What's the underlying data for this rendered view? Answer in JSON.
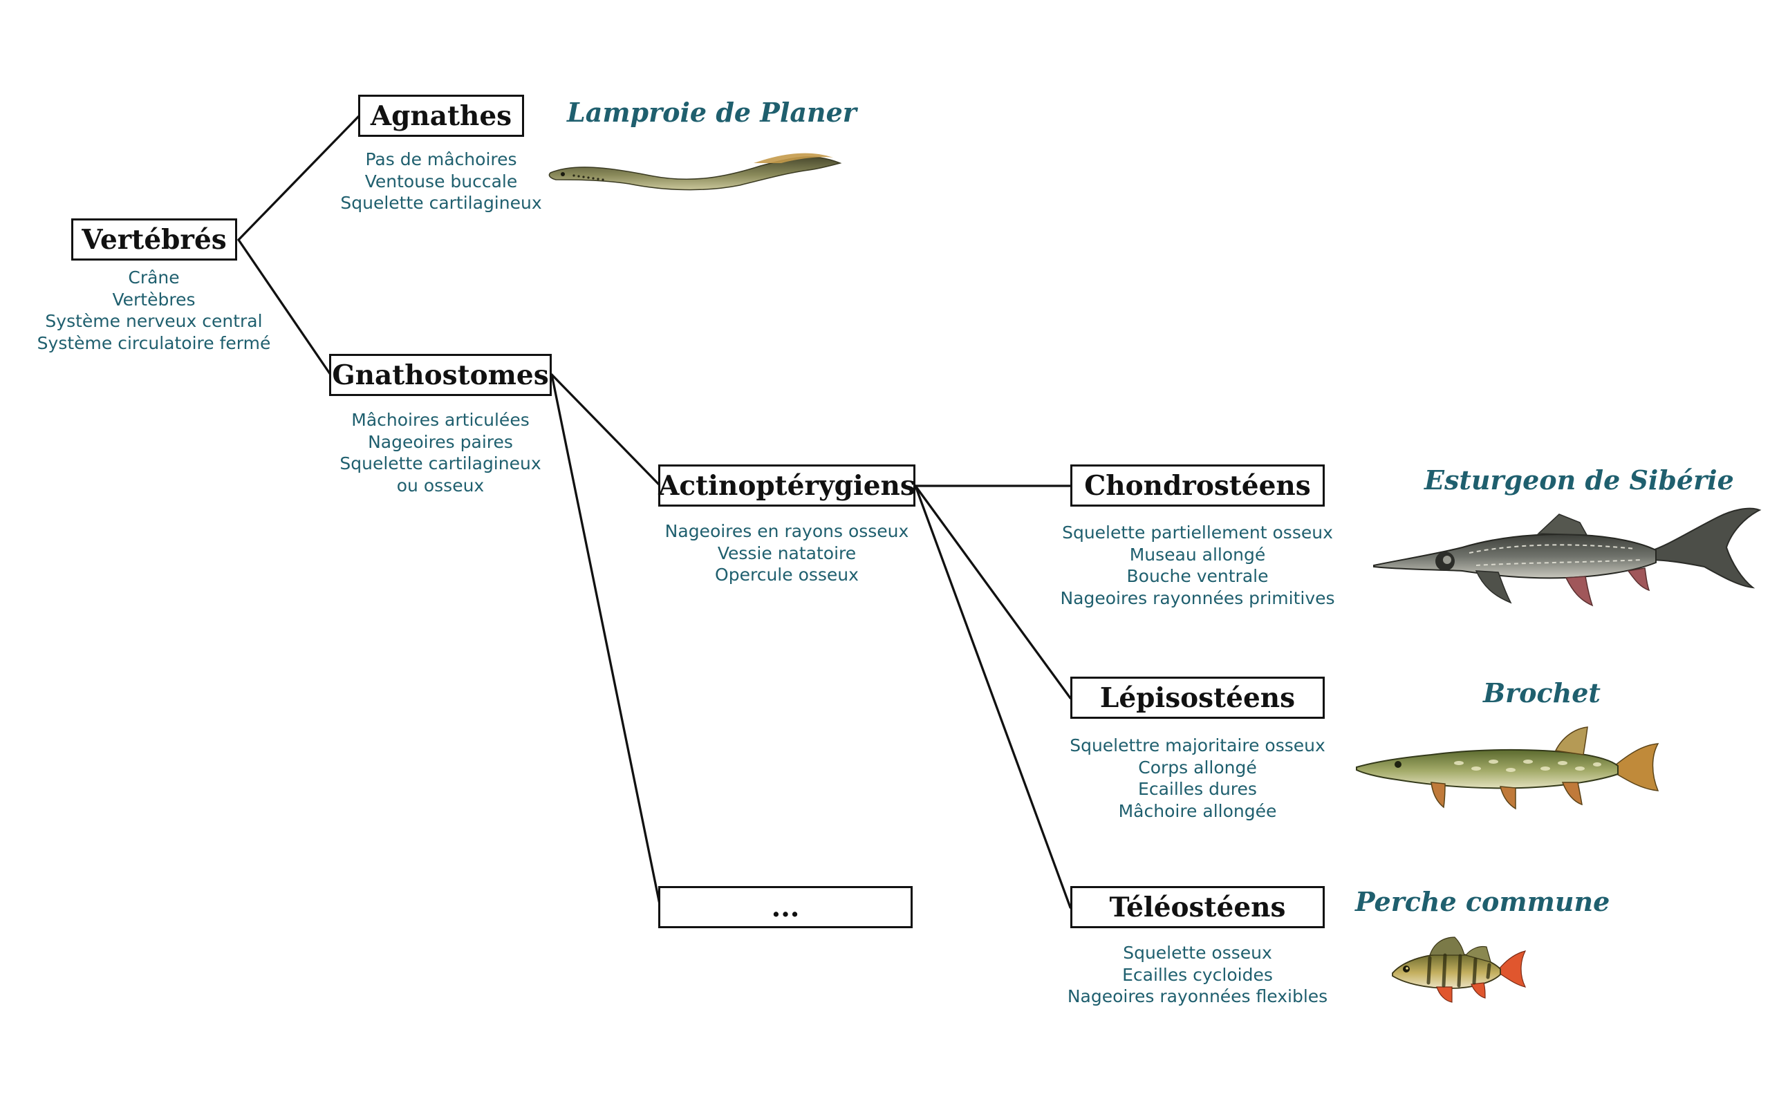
{
  "colors": {
    "line": "#111111",
    "text": "#1f5f6e",
    "box_border": "#111111"
  },
  "nodes": {
    "vertebres": {
      "label": "Vertébrés",
      "traits": [
        "Crâne",
        "Vertèbres",
        "Système nerveux central",
        "Système circulatoire fermé"
      ]
    },
    "agnathes": {
      "label": "Agnathes",
      "traits": [
        "Pas de mâchoires",
        "Ventouse buccale",
        "Squelette cartilagineux"
      ]
    },
    "gnathostomes": {
      "label": "Gnathostomes",
      "traits": [
        "Mâchoires articulées",
        "Nageoires paires",
        "Squelette cartilagineux",
        "ou osseux"
      ]
    },
    "actinopterygiens": {
      "label": "Actinoptérygiens",
      "traits": [
        "Nageoires en rayons osseux",
        "Vessie natatoire",
        "Opercule osseux"
      ]
    },
    "ellipsis": {
      "label": "..."
    },
    "chondrosteens": {
      "label": "Chondrostéens",
      "traits": [
        "Squelette partiellement osseux",
        "Museau allongé",
        "Bouche ventrale",
        "Nageoires rayonnées primitives"
      ]
    },
    "lepisosteens": {
      "label": "Lépisostéens",
      "traits": [
        "Squelettre majoritaire osseux",
        "Corps allongé",
        "Ecailles dures",
        "Mâchoire allongée"
      ]
    },
    "teleosteens": {
      "label": "Téléostéens",
      "traits": [
        "Squelette osseux",
        "Ecailles cycloides",
        "Nageoires rayonnées flexibles"
      ]
    }
  },
  "species": {
    "lamproie": {
      "name": "Lamproie de Planer",
      "icon": "lamprey-illustration"
    },
    "esturgeon": {
      "name": "Esturgeon de Sibérie",
      "icon": "sturgeon-illustration"
    },
    "brochet": {
      "name": "Brochet",
      "icon": "pike-illustration"
    },
    "perche": {
      "name": "Perche commune",
      "icon": "perch-illustration"
    }
  }
}
